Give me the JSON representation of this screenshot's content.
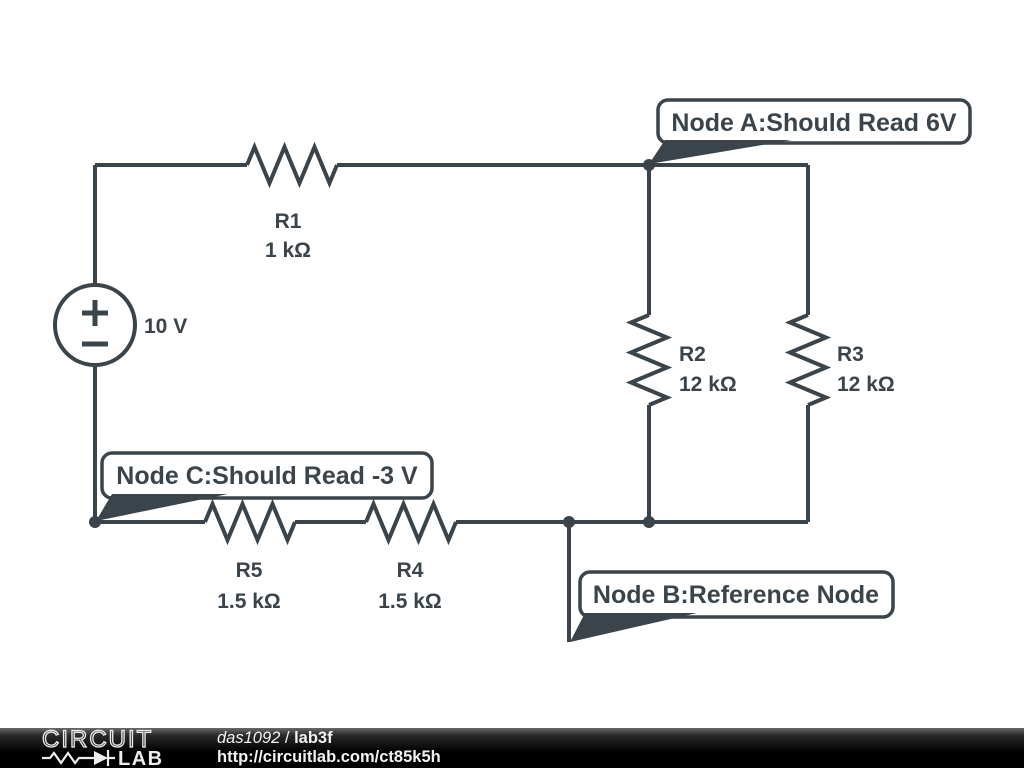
{
  "colors": {
    "line": "#3A444A",
    "canvas_bg": "#FFFFFF",
    "callout_fill": "#FFFFFF",
    "footer_bg": "#000000",
    "footer_text": "#F2F2F2"
  },
  "schematic": {
    "source": {
      "value": "10 V"
    },
    "resistors": {
      "r1": {
        "name": "R1",
        "value": "1 kΩ"
      },
      "r2": {
        "name": "R2",
        "value": "12 kΩ"
      },
      "r3": {
        "name": "R3",
        "value": "12 kΩ"
      },
      "r4": {
        "name": "R4",
        "value": "1.5 kΩ"
      },
      "r5": {
        "name": "R5",
        "value": "1.5 kΩ"
      }
    },
    "callouts": {
      "node_a": "Node A:Should Read 6V",
      "node_b": "Node B:Reference Node",
      "node_c": "Node C:Should Read -3 V"
    }
  },
  "footer": {
    "logo_top": "CIRCUIT",
    "logo_bottom": "LAB",
    "author": "das1092",
    "separator": "/",
    "title": "lab3f",
    "url": "http://circuitlab.com/ct85k5h"
  }
}
